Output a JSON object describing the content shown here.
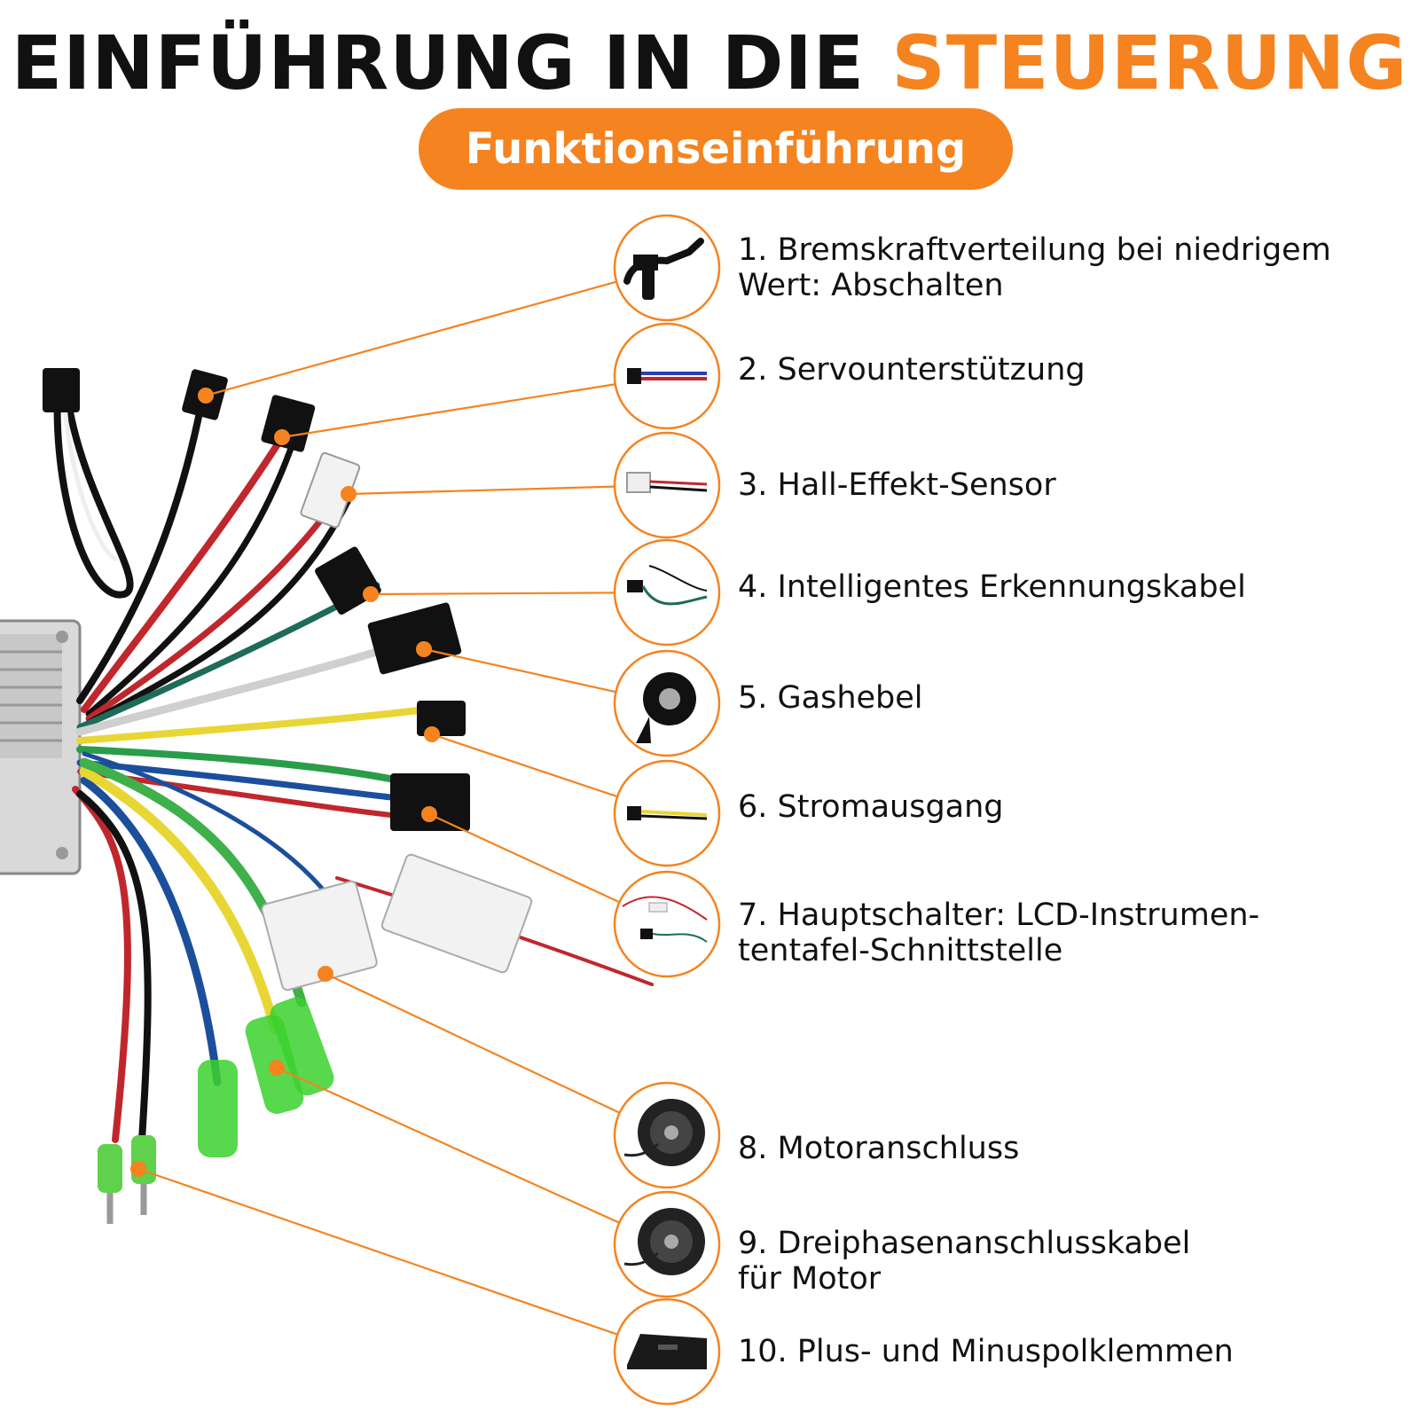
{
  "header": {
    "title_main": "EINFÜHRUNG IN DIE",
    "title_accent": "STEUERUNG",
    "subtitle": "Funktionseinführung"
  },
  "colors": {
    "accent": "#f5831f",
    "text": "#111111"
  },
  "items": [
    {
      "label_line1": "1. Bremskraftverteilung bei niedrigem",
      "label_line2": "Wert: Abschalten",
      "icon": "brake-lever-icon"
    },
    {
      "label_line1": "2. Servounterstützung",
      "label_line2": "",
      "icon": "connector-cable-icon"
    },
    {
      "label_line1": "3. Hall-Effekt-Sensor",
      "label_line2": "",
      "icon": "white-plug-cable-icon"
    },
    {
      "label_line1": "4. Intelligentes Erkennungskabel",
      "label_line2": "",
      "icon": "detection-cable-icon"
    },
    {
      "label_line1": "5. Gashebel",
      "label_line2": "",
      "icon": "thumb-throttle-icon"
    },
    {
      "label_line1": "6. Stromausgang",
      "label_line2": "",
      "icon": "power-output-cable-icon"
    },
    {
      "label_line1": "7. Hauptschalter: LCD-Instrumen-",
      "label_line2": "tentafel-Schnittstelle",
      "icon": "lcd-interface-cable-icon"
    },
    {
      "label_line1": "8. Motoranschluss",
      "label_line2": "",
      "icon": "hub-motor-icon"
    },
    {
      "label_line1": "9. Dreiphasenanschlusskabel",
      "label_line2": "für Motor",
      "icon": "hub-motor-cable-icon"
    },
    {
      "label_line1": "10. Plus- und Minuspolklemmen",
      "label_line2": "",
      "icon": "battery-pack-icon"
    }
  ]
}
